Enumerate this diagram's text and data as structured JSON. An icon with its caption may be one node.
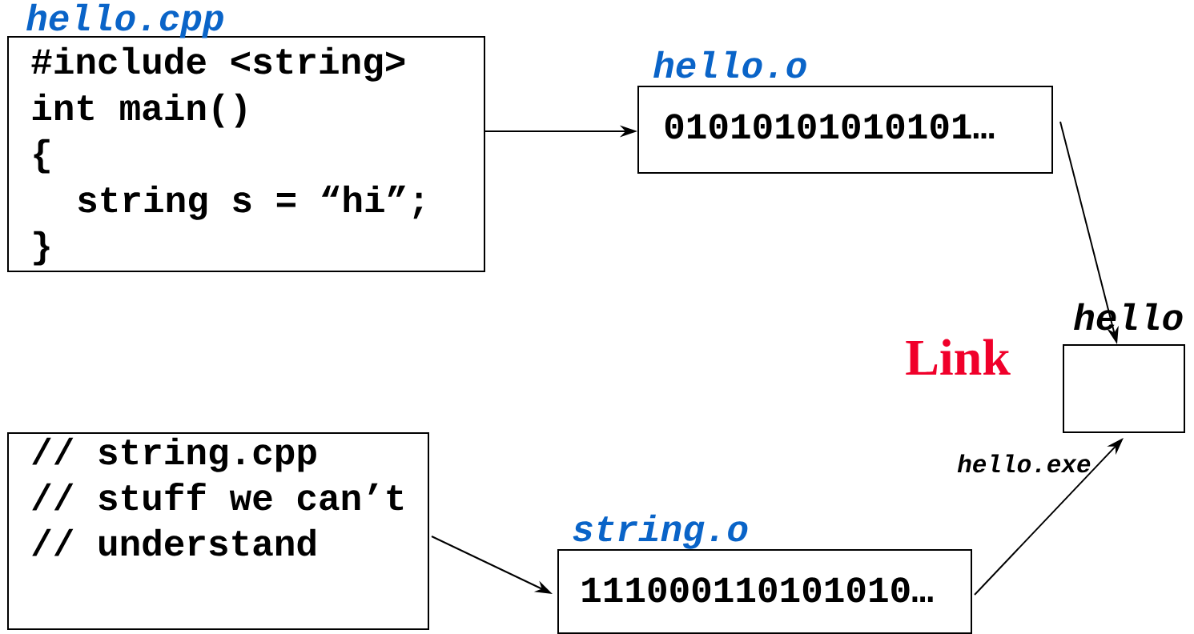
{
  "diagram": {
    "nodes": [
      {
        "text": [
          "hello.cpp",
          "#include <string>",
          "int main()",
          "{",
          "string s = “hi”;",
          "}"
        ]
      },
      {
        "text": [
          "hello.o",
          "01010101010101…"
        ]
      },
      {
        "text": [
          "hello"
        ],
        "beside": [
          "hello.exe"
        ]
      },
      {
        "text": [
          "// string.cpp",
          "// stuff we can’t",
          "// understand"
        ]
      },
      {
        "text": [
          "string.o",
          "111000110101010…"
        ]
      }
    ],
    "edges": [
      {
        "from": 0,
        "to": 1,
        "arrow": "to"
      },
      {
        "from": 1,
        "to": 2,
        "arrow": "to"
      },
      {
        "from": 3,
        "to": 4,
        "arrow": "to"
      },
      {
        "from": 4,
        "to": 2,
        "arrow": "to"
      }
    ],
    "labels": [
      "Link"
    ]
  }
}
